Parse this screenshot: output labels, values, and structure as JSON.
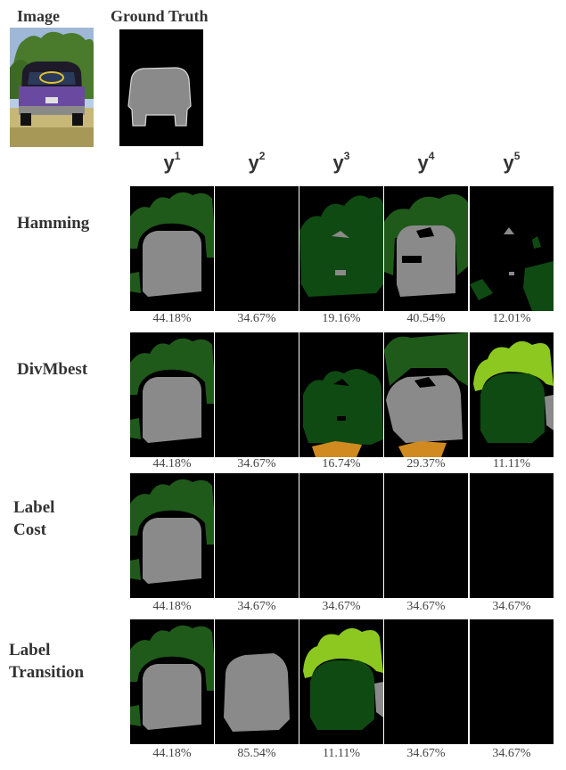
{
  "headers": {
    "image": "Image",
    "ground_truth": "Ground Truth"
  },
  "columns": [
    {
      "base": "y",
      "sup": "1"
    },
    {
      "base": "y",
      "sup": "2"
    },
    {
      "base": "y",
      "sup": "3"
    },
    {
      "base": "y",
      "sup": "4"
    },
    {
      "base": "y",
      "sup": "5"
    }
  ],
  "rows": [
    {
      "label": [
        "Hamming"
      ],
      "values": [
        "44.18%",
        "34.67%",
        "19.16%",
        "40.54%",
        "12.01%"
      ],
      "masks": [
        "car-veg",
        "empty",
        "veg-dark",
        "car-holes",
        "sparse"
      ]
    },
    {
      "label": [
        "DivMbest"
      ],
      "values": [
        "44.18%",
        "34.67%",
        "16.74%",
        "29.37%",
        "11.11%"
      ],
      "masks": [
        "car-veg",
        "empty",
        "veg-orange",
        "car-orange",
        "lime"
      ]
    },
    {
      "label": [
        "Label",
        "Cost"
      ],
      "values": [
        "44.18%",
        "34.67%",
        "34.67%",
        "34.67%",
        "34.67%"
      ],
      "masks": [
        "car-veg",
        "empty",
        "empty",
        "empty",
        "empty"
      ]
    },
    {
      "label": [
        "Label",
        "Transition"
      ],
      "values": [
        "44.18%",
        "85.54%",
        "11.11%",
        "34.67%",
        "34.67%"
      ],
      "masks": [
        "car-veg",
        "car-only",
        "lime",
        "empty",
        "empty"
      ]
    }
  ],
  "colors": {
    "background": "#000000",
    "car": "#8a8a8a",
    "vegetation": "#1f5a1a",
    "dark_vegetation": "#0f4a12",
    "lime": "#8cc820",
    "orange": "#d08a20"
  }
}
